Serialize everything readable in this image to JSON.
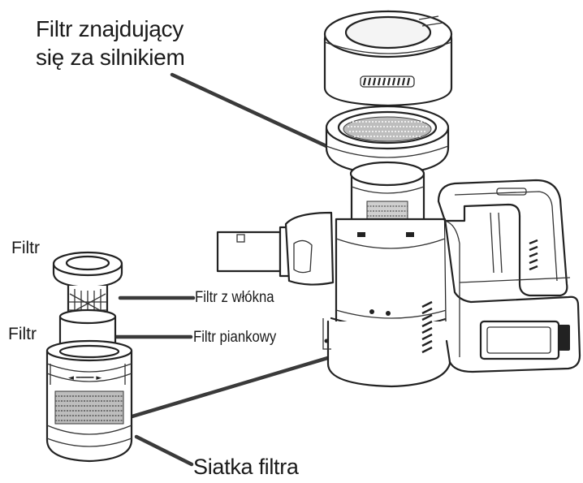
{
  "labels": {
    "motor_filter_line1": "Filtr znajdujący",
    "motor_filter_line2": "się za silnikiem",
    "filter_top": "Filtr",
    "filter_mid": "Filtr",
    "fiber_filter": "Filtr z włókna",
    "foam_filter": "Filtr piankowy",
    "filter_mesh": "Siatka filtra"
  }
}
